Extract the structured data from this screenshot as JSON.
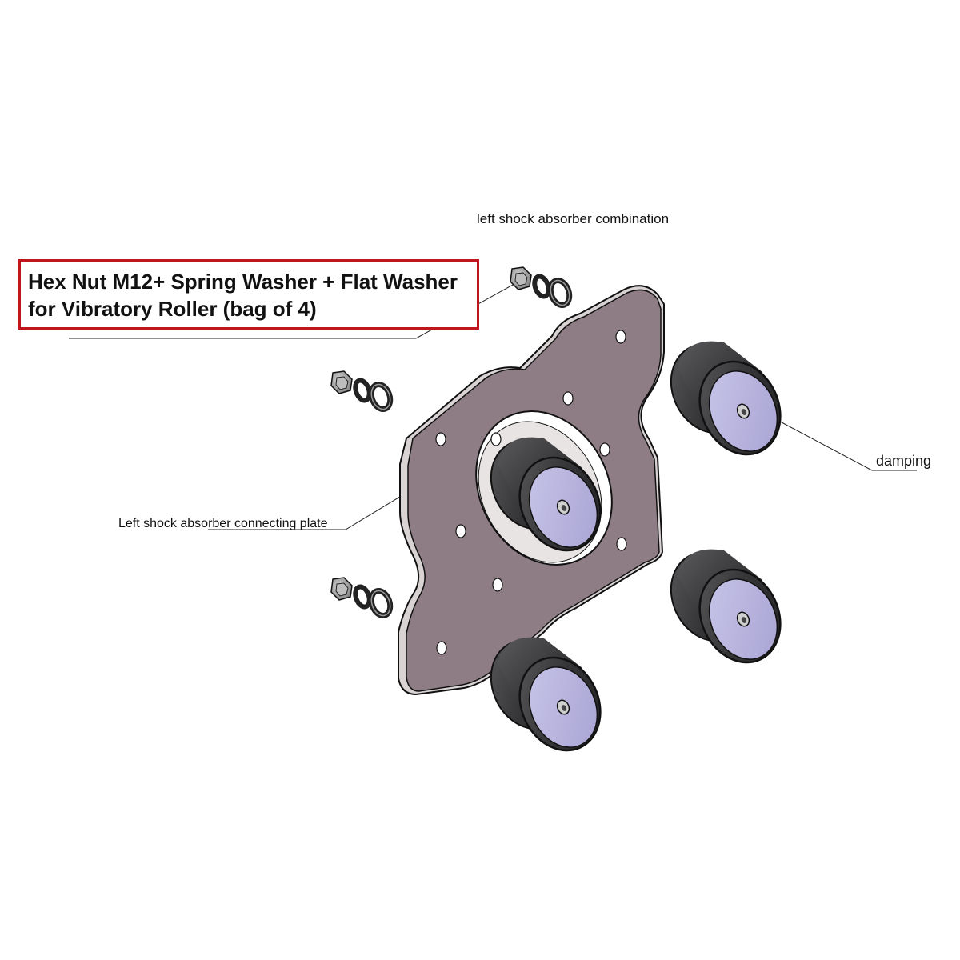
{
  "callout": {
    "line1": "Hex Nut M12+ Spring  Washer + Flat Washer",
    "line2": "for Vibratory Roller (bag of 4)",
    "border_color": "#c0171d"
  },
  "labels": {
    "combination": "left shock absorber combination",
    "damping": "damping",
    "plate": "Left shock absorber connecting plate"
  },
  "colors": {
    "plate_face": "#8e7d84",
    "plate_edge": "#d9d3d4",
    "rubber": "#3b3b3d",
    "damper_face": "#b2aed8",
    "washer": "#333333"
  },
  "icons": [
    "hex-nut-icon",
    "spring-washer-icon",
    "flat-washer-icon",
    "rubber-damper-icon",
    "mounting-plate-icon"
  ]
}
